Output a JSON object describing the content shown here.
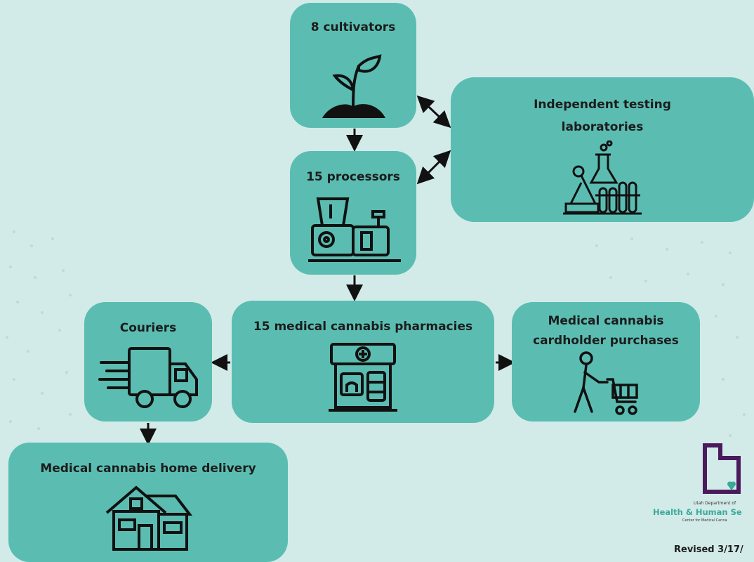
{
  "nodes": {
    "cultivators": "8 cultivators",
    "testing_line1": "Independent testing",
    "testing_line2": "laboratories",
    "processors": "15 processors",
    "pharmacies": "15 medical cannabis pharmacies",
    "couriers": "Couriers",
    "purchases_line1": "Medical cannabis",
    "purchases_line2": "cardholder purchases",
    "home_delivery": "Medical cannabis home delivery"
  },
  "icons": {
    "cultivators": "seedling-icon",
    "testing": "laboratory-icon",
    "processors": "processing-machine-icon",
    "pharmacies": "pharmacy-storefront-icon",
    "couriers": "delivery-truck-icon",
    "purchases": "shopper-cart-icon",
    "home_delivery": "house-icon"
  },
  "logo": {
    "line1": "Utah Department of",
    "line2": "Health & Human Se",
    "line3": "Center for Medical Canna"
  },
  "footer": {
    "revised": "Revised 3/17/"
  },
  "colors": {
    "background": "#d2ebe8",
    "box": "#5bbdb2",
    "logo_purple": "#4a1a5c",
    "logo_teal": "#3aa99c"
  }
}
